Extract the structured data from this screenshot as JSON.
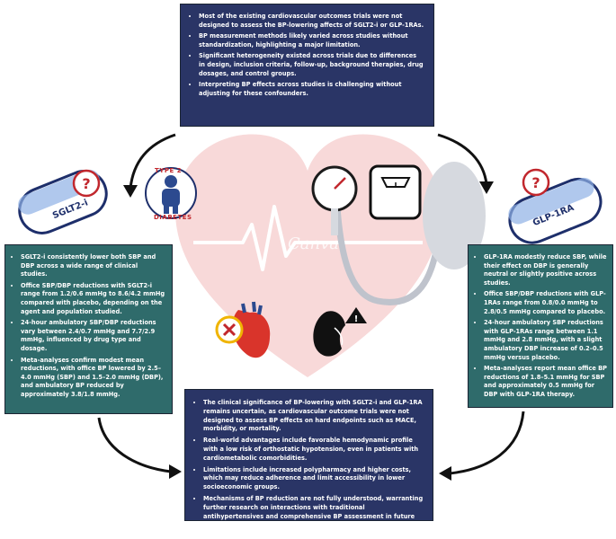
{
  "top_box": {
    "items": [
      "Most of the existing cardiovascular outcomes trials were not designed to assess the BP-lowering affects of SGLT2-i or GLP-1RAs.",
      "BP measurement methods likely varied across studies without standardization, highlighting a major limitation.",
      "Significant heterogeneity existed across trials due to differences in design, inclusion criteria, follow-up, background therapies, drug dosages, and control groups.",
      "Interpreting BP effects across studies is challenging without adjusting for these confounders."
    ]
  },
  "left_box": {
    "items": [
      "SGLT2-i consistently lower both SBP and DBP across a wide range of clinical studies.",
      "Office SBP/DBP reductions with SGLT2-i range from 1.2/0.6 mmHg to 8.6/4.2 mmHg compared with placebo, depending on the agent and population studied.",
      "24-hour ambulatory SBP/DBP reductions vary between 2.4/0.7 mmHg and 7.7/2.9 mmHg, influenced by drug type and dosage.",
      "Meta-analyses confirm modest mean reductions, with office BP lowered by 2.5–4.0 mmHg (SBP) and 1.5–2.0 mmHg (DBP), and ambulatory BP reduced by approximately 3.8/1.8 mmHg."
    ]
  },
  "right_box": {
    "items": [
      "GLP-1RA modestly reduce SBP, while their effect on DBP is generally neutral or slightly positive across studies.",
      "Office SBP/DBP reductions with GLP-1RAs range from 0.8/0.0 mmHg to 2.8/0.5 mmHg compared to placebo.",
      "24-hour ambulatory SBP reductions with GLP-1RAs range between 1.1 mmHg and 2.8 mmHg, with a slight ambulatory DBP increase of 0.2–0.5 mmHg versus placebo.",
      "Meta-analyses report mean office BP reductions of 1.8–5.1 mmHg for SBP and approximately 0.5 mmHg for DBP with GLP-1RA therapy."
    ]
  },
  "bottom_box": {
    "items": [
      "The clinical significance of BP-lowering with SGLT2-i and GLP-1RA remains uncertain, as cardiovascular outcome trials were not designed to assess BP effects on hard endpoints such as MACE, morbidity, or mortality.",
      "Real-world advantages include favorable hemodynamic profile with a low risk of orthostatic hypotension, even in patients with cardiometabolic comorbidities.",
      "Limitations include increased polypharmacy and higher costs, which may reduce adherence and limit accessibility in lower socioeconomic groups.",
      "Mechanisms of BP reduction are not fully understood, warranting further research on interactions with traditional antihypertensives and comprehensive BP assessment in future studies."
    ]
  },
  "labels": {
    "sglt2": "SGLT2-i",
    "glp1": "GLP-1RA",
    "t2d_top": "TYPE 2",
    "t2d_bottom": "DIABETES",
    "watermark": "Canva",
    "question_mark": "?",
    "warning_mark": "!"
  },
  "colors": {
    "navy_box": "#2a3566",
    "teal_box": "#2f6b6b",
    "heart": "#f7d6d6",
    "accent_red": "#c1272d",
    "pill_blue": "#1e2f6b"
  }
}
